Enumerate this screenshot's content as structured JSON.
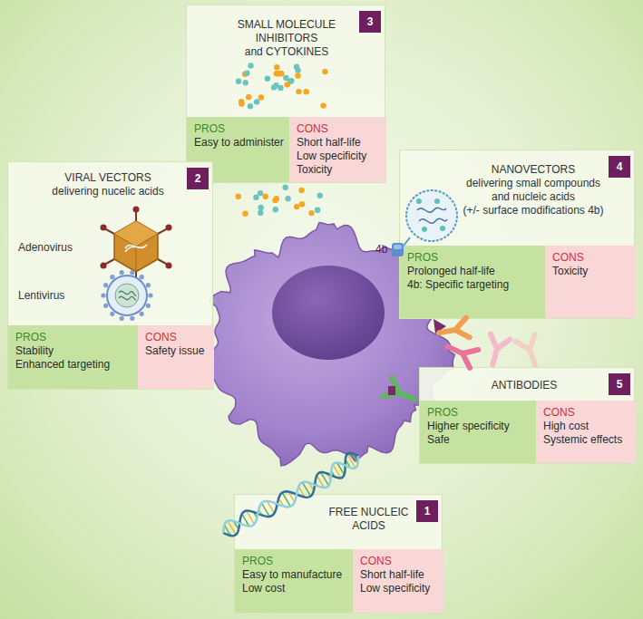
{
  "diagram": {
    "nodes": [
      {
        "text": [
          "SMALL MOLECULE INHIBITORS",
          "and CYTOKINES"
        ]
      },
      {
        "text": [
          "3"
        ],
        "in": 0
      },
      {
        "text": [
          "PROS",
          "Easy to administer"
        ],
        "in": 0
      },
      {
        "text": [
          "CONS",
          "Short half-life",
          "Low specificity",
          "Toxicity"
        ],
        "in": 0
      },
      {
        "text": [
          "VIRAL VECTORS",
          "delivering nucelic acids"
        ]
      },
      {
        "text": [
          "2"
        ],
        "in": 4
      },
      {
        "text": [
          "PROS",
          "Stability",
          "Enhanced targeting"
        ],
        "in": 4
      },
      {
        "text": [
          "CONS",
          "Safety issue"
        ],
        "in": 4
      },
      {
        "text": [
          "NANOVECTORS",
          "delivering small compounds and nucleic acids",
          "(+/- surface modifications 4b)"
        ]
      },
      {
        "text": [
          "4"
        ],
        "in": 8
      },
      {
        "text": [
          "PROS",
          "Prolonged half-life",
          "4b: Specific targeting"
        ],
        "in": 8
      },
      {
        "text": [
          "CONS",
          "Toxicity"
        ],
        "in": 8
      },
      {
        "text": [
          "ANTIBODIES"
        ]
      },
      {
        "text": [
          "5"
        ],
        "in": 12
      },
      {
        "text": [
          "PROS",
          "Higher specificity",
          "Safe"
        ],
        "in": 12
      },
      {
        "text": [
          "CONS",
          "High cost",
          "Systemic effects"
        ],
        "in": 12
      },
      {
        "text": [
          "FREE NUCLEIC ACIDS"
        ]
      },
      {
        "text": [
          "1"
        ],
        "in": 16
      },
      {
        "text": [
          "PROS",
          "Easy to manufacture",
          "Low cost"
        ],
        "in": 16
      },
      {
        "text": [
          "CONS",
          "Short half-life",
          "Low specificity"
        ],
        "in": 16
      }
    ],
    "labels": [
      "Adenovirus",
      "Lentivirus",
      "4b"
    ]
  }
}
